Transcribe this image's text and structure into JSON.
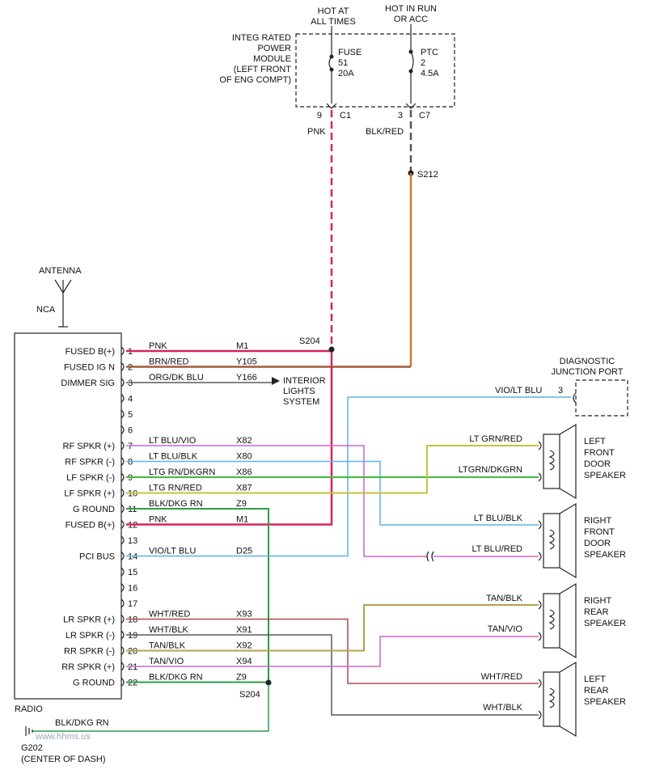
{
  "power": {
    "hot_at_all_times": [
      "HOT AT",
      "ALL TIMES"
    ],
    "hot_in_run": [
      "HOT IN RUN",
      "OR ACC"
    ],
    "ipm": [
      "INTEG RATED",
      "POWER",
      "MODULE",
      "(LEFT FRONT",
      "OF ENG COMPT)"
    ],
    "fuse": [
      "FUSE",
      "51",
      "20A"
    ],
    "ptc": [
      "PTC",
      "2",
      "4.5A"
    ],
    "c1_pin": "9",
    "c1": "C1",
    "c7_pin": "3",
    "c7": "C7",
    "pnk": "PNK",
    "blk_red": "BLK/RED",
    "s212": "S212"
  },
  "antenna": {
    "label": "ANTENNA",
    "nca": "NCA"
  },
  "radio": {
    "name": "RADIO",
    "pins": [
      {
        "num": "1",
        "label": "FUSED B(+)",
        "color": "PNK",
        "circuit": "M1"
      },
      {
        "num": "2",
        "label": "FUSED IG N",
        "color": "BRN/RED",
        "circuit": "Y105"
      },
      {
        "num": "3",
        "label": "DIMMER SIG",
        "color": "ORG/DK BLU",
        "circuit": "Y166"
      },
      {
        "num": "4",
        "label": "",
        "color": "",
        "circuit": ""
      },
      {
        "num": "5",
        "label": "",
        "color": "",
        "circuit": ""
      },
      {
        "num": "6",
        "label": "",
        "color": "",
        "circuit": ""
      },
      {
        "num": "7",
        "label": "RF SPKR (+)",
        "color": "LT BLU/VIO",
        "circuit": "X82"
      },
      {
        "num": "8",
        "label": "RF SPKR (-)",
        "color": "LT BLU/BLK",
        "circuit": "X80"
      },
      {
        "num": "9",
        "label": "LF SPKR (-)",
        "color": "LTG RN/DKGRN",
        "circuit": "X86"
      },
      {
        "num": "10",
        "label": "LF SPKR (+)",
        "color": "LTG RN/RED",
        "circuit": "X87"
      },
      {
        "num": "11",
        "label": "G ROUND",
        "color": "BLK/DKG RN",
        "circuit": "Z9"
      },
      {
        "num": "12",
        "label": "FUSED B(+)",
        "color": "PNK",
        "circuit": "M1"
      },
      {
        "num": "13",
        "label": "",
        "color": "",
        "circuit": ""
      },
      {
        "num": "14",
        "label": "PCI BUS",
        "color": "VIO/LT BLU",
        "circuit": "D25"
      },
      {
        "num": "15",
        "label": "",
        "color": "",
        "circuit": ""
      },
      {
        "num": "16",
        "label": "",
        "color": "",
        "circuit": ""
      },
      {
        "num": "17",
        "label": "",
        "color": "",
        "circuit": ""
      },
      {
        "num": "18",
        "label": "LR SPKR (+)",
        "color": "WHT/RED",
        "circuit": "X93"
      },
      {
        "num": "19",
        "label": "LR SPKR (-)",
        "color": "WHT/BLK",
        "circuit": "X91"
      },
      {
        "num": "20",
        "label": "RR SPKR (-)",
        "color": "TAN/BLK",
        "circuit": "X92"
      },
      {
        "num": "21",
        "label": "RR SPKR (+)",
        "color": "TAN/VIO",
        "circuit": "X94"
      },
      {
        "num": "22",
        "label": "G ROUND",
        "color": "BLK/DKG RN",
        "circuit": "Z9"
      }
    ]
  },
  "splices": {
    "s204_top": "S204",
    "s204_bottom": "S204"
  },
  "interior": [
    "INTERIOR",
    "LIGHTS",
    "SYSTEM"
  ],
  "diag": {
    "title": [
      "DIAGNOSTIC",
      "JUNCTION PORT"
    ],
    "wire": "VIO/LT BLU",
    "pin": "3"
  },
  "speakers": [
    {
      "name": [
        "LEFT",
        "FRONT",
        "DOOR",
        "SPEAKER"
      ],
      "top_wire": "LT GRN/RED",
      "bottom_wire": "LTGRN/DKGRN"
    },
    {
      "name": [
        "RIGHT",
        "FRONT",
        "DOOR",
        "SPEAKER"
      ],
      "top_wire": "LT BLU/BLK",
      "bottom_wire": "LT BLU/RED"
    },
    {
      "name": [
        "RIGHT",
        "REAR",
        "SPEAKER"
      ],
      "top_wire": "TAN/BLK",
      "bottom_wire": "TAN/VIO"
    },
    {
      "name": [
        "LEFT",
        "REAR",
        "SPEAKER"
      ],
      "top_wire": "WHT/RED",
      "bottom_wire": "WHT/BLK"
    }
  ],
  "ground": {
    "wire": "BLK/DKG RN",
    "id": "G202",
    "loc": "(CENTER OF DASH)"
  },
  "watermark": "www.hhms.us",
  "colors": {
    "pink": "#d6245a",
    "orange": "#d2782e",
    "brown": "#a05a3a",
    "blue_violet": "#8f84d8",
    "light_blue": "#5db4e0",
    "green": "#3cbf3c",
    "yellow": "#c8c23a",
    "dark_green": "#2f9a4a",
    "violet": "#cc66cc",
    "gray": "#5a5a5a",
    "red_brown": "#b04a4a",
    "tan": "#b7a24a"
  }
}
